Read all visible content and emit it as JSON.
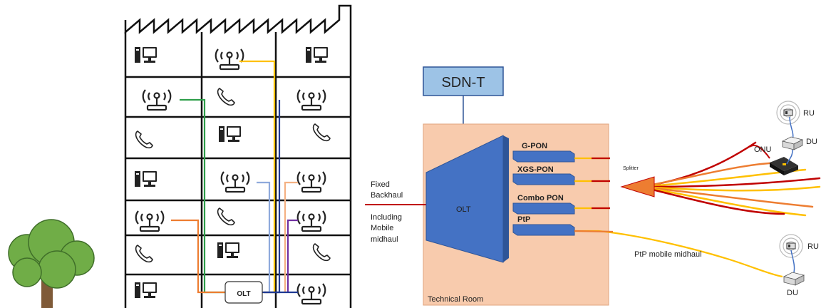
{
  "building": {
    "olt_label": "OLT"
  },
  "sdn": {
    "label": "SDN-T"
  },
  "technical_room": {
    "label": "Technical Room",
    "olt_label": "OLT",
    "ports": [
      "G-PON",
      "XGS-PON",
      "Combo PON",
      "PtP"
    ]
  },
  "backhaul": {
    "line1": "Fixed",
    "line2": "Backhaul",
    "line3": "Including",
    "line4": "Mobile",
    "line5": "midhaul"
  },
  "network": {
    "splitter": "Splitter",
    "onu": "ONU",
    "ru_top": "RU",
    "du_top": "DU",
    "ptp_midhaul": "PtP mobile midhaul",
    "ru_bottom": "RU",
    "du_bottom": "DU"
  },
  "colors": {
    "olt_blue": "#4472c4",
    "room_fill": "#f8cbad",
    "sdn_fill": "#9dc3e6",
    "fiber_red": "#c00000",
    "fiber_orange": "#ed7d31",
    "fiber_yellow": "#ffc000",
    "tree_green": "#70ad47"
  }
}
